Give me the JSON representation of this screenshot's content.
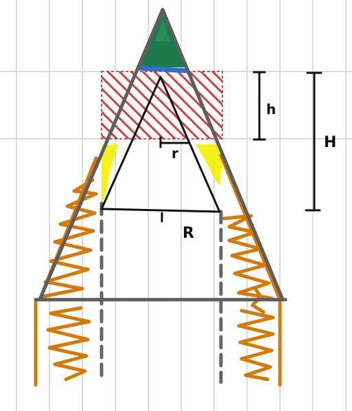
{
  "labels": {
    "h": "h",
    "H": "H",
    "r": "r",
    "R": "R"
  },
  "colors": {
    "grid": "#dcdcdc",
    "outline": "#5d5d5d",
    "inner_triangle": "#111111",
    "tip_fill": "#1e7a4c",
    "tip_band": "#2f6fd0",
    "hatch_red": "#c81e1e",
    "yellow": "#f2f200",
    "orange": "#d27a0a",
    "dashed": "#666666",
    "dimension": "#111111"
  }
}
